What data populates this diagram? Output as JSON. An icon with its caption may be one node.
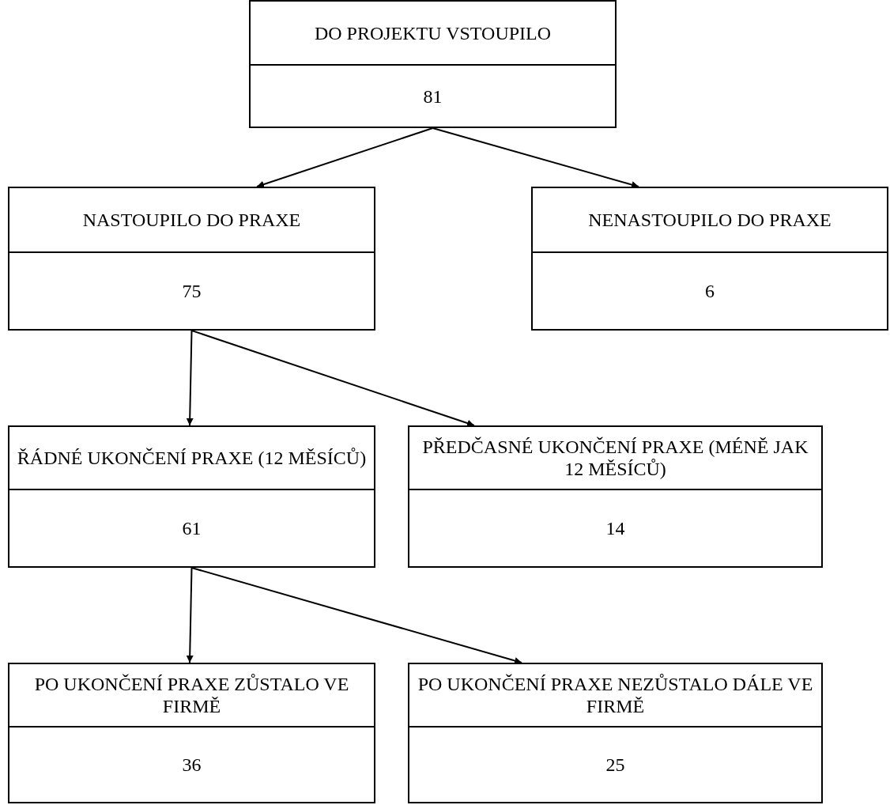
{
  "diagram": {
    "nodes": [
      {
        "text": [
          "DO PROJEKTU VSTOUPILO",
          "81"
        ]
      },
      {
        "text": [
          "NASTOUPILO DO PRAXE",
          "75"
        ]
      },
      {
        "text": [
          "NENASTOUPILO DO PRAXE",
          "6"
        ]
      },
      {
        "text": [
          "ŘÁDNÉ UKONČENÍ PRAXE (12 MĚSÍCŮ)",
          "61"
        ]
      },
      {
        "text": [
          "PŘEDČASNÉ UKONČENÍ PRAXE (MÉNĚ JAK 12 MĚSÍCŮ)",
          "14"
        ]
      },
      {
        "text": [
          "PO UKONČENÍ PRAXE ZŮSTALO VE FIRMĚ",
          "36"
        ]
      },
      {
        "text": [
          "PO UKONČENÍ PRAXE NEZŮSTALO DÁLE VE FIRMĚ",
          "25"
        ]
      }
    ],
    "edges": [
      {
        "from": 0,
        "to": 1,
        "arrow": "to"
      },
      {
        "from": 0,
        "to": 2,
        "arrow": "to"
      },
      {
        "from": 1,
        "to": 3,
        "arrow": "to"
      },
      {
        "from": 1,
        "to": 4,
        "arrow": "to"
      },
      {
        "from": 3,
        "to": 5,
        "arrow": "to"
      },
      {
        "from": 3,
        "to": 6,
        "arrow": "to"
      }
    ]
  }
}
